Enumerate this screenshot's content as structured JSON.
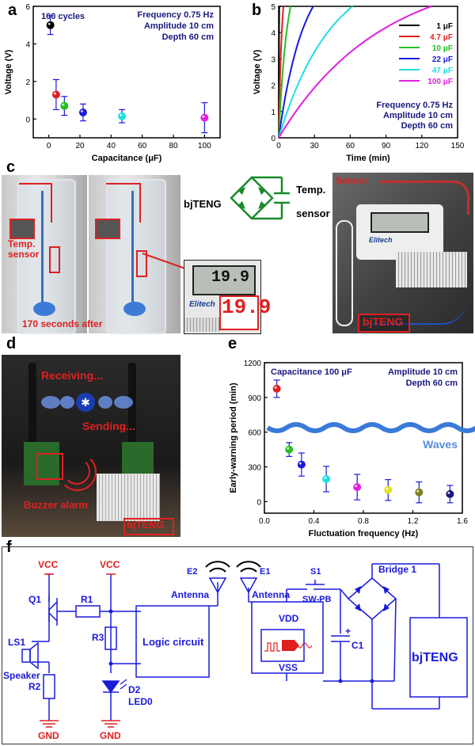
{
  "panel_labels": {
    "a": "a",
    "b": "b",
    "c": "c",
    "d": "d",
    "e": "e",
    "f": "f"
  },
  "chart_data": [
    {
      "panel": "a",
      "type": "scatter",
      "xlabel": "Capacitance (μF)",
      "ylabel": "Voltage (V)",
      "xlim": [
        -10,
        110
      ],
      "ylim": [
        -1,
        6
      ],
      "xticks": [
        "0",
        "20",
        "40",
        "60",
        "80",
        "100"
      ],
      "yticks": [
        "0",
        "2",
        "4",
        "6"
      ],
      "annotation_left": "100 cycles",
      "annotation_right": [
        "Frequency 0.75 Hz",
        "Amplitude 10 cm",
        "Depth 60 cm"
      ],
      "points": [
        {
          "x": 1,
          "y": 5.0,
          "err": 0.5,
          "color": "#000000"
        },
        {
          "x": 4.7,
          "y": 1.3,
          "err": 0.8,
          "color": "#e02020"
        },
        {
          "x": 10,
          "y": 0.7,
          "err": 0.5,
          "color": "#22c022"
        },
        {
          "x": 22,
          "y": 0.35,
          "err": 0.45,
          "color": "#1a1adb"
        },
        {
          "x": 47,
          "y": 0.15,
          "err": 0.35,
          "color": "#22dde0"
        },
        {
          "x": 100,
          "y": 0.07,
          "err": 0.8,
          "color": "#e020e0"
        }
      ]
    },
    {
      "panel": "b",
      "type": "line",
      "xlabel": "Time (min)",
      "ylabel": "Voltage (V)",
      "xlim": [
        0,
        150
      ],
      "ylim": [
        0,
        5
      ],
      "xticks": [
        "0",
        "30",
        "60",
        "90",
        "120",
        "150"
      ],
      "yticks": [
        "0",
        "1",
        "2",
        "3",
        "4",
        "5"
      ],
      "annotation": [
        "Frequency 0.75 Hz",
        "Amplitude 10 cm",
        "Depth 60 cm"
      ],
      "series": [
        {
          "name": "1 μF",
          "color": "#000000",
          "t_end": 0.5,
          "k": 1.6
        },
        {
          "name": "4.7 μF",
          "color": "#e02020",
          "t_end": 4,
          "k": 1.5
        },
        {
          "name": "10 μF",
          "color": "#22c022",
          "t_end": 10,
          "k": 1.4
        },
        {
          "name": "22 μF",
          "color": "#1a1adb",
          "t_end": 29,
          "k": 1.4
        },
        {
          "name": "47 μF",
          "color": "#22dde0",
          "t_end": 62,
          "k": 1.4
        },
        {
          "name": "100 μF",
          "color": "#e020e0",
          "t_end": 128,
          "k": 1.5
        }
      ]
    },
    {
      "panel": "e",
      "type": "scatter",
      "xlabel": "Fluctuation frequency (Hz)",
      "ylabel": "Early-warning period (min)",
      "xlim": [
        0,
        1.6
      ],
      "ylim": [
        -100,
        1200
      ],
      "xticks": [
        "0.0",
        "0.4",
        "0.8",
        "1.2",
        "1.6"
      ],
      "yticks": [
        "0",
        "300",
        "600",
        "900",
        "1200"
      ],
      "annotation_left": "Capacitance 100 μF",
      "annotation_right": [
        "Amplitude 10 cm",
        "Depth 60 cm"
      ],
      "waves_label": "Waves",
      "points": [
        {
          "x": 0.1,
          "y": 975,
          "err": 75,
          "color": "#e02020"
        },
        {
          "x": 0.2,
          "y": 450,
          "err": 60,
          "color": "#22c022"
        },
        {
          "x": 0.3,
          "y": 320,
          "err": 100,
          "color": "#1a1adb"
        },
        {
          "x": 0.5,
          "y": 195,
          "err": 110,
          "color": "#22dde0"
        },
        {
          "x": 0.75,
          "y": 125,
          "err": 110,
          "color": "#e020e0"
        },
        {
          "x": 1.0,
          "y": 100,
          "err": 90,
          "color": "#e0e020"
        },
        {
          "x": 1.25,
          "y": 80,
          "err": 90,
          "color": "#808020"
        },
        {
          "x": 1.5,
          "y": 65,
          "err": 75,
          "color": "#1a1a80"
        }
      ]
    }
  ],
  "panel_c": {
    "temp_sensor": "Temp.\nsensor",
    "after_label": "170 seconds after",
    "bjteng": "bjTENG",
    "temp": "Temp.",
    "sensor": "sensor",
    "sensor_photo_label": "Sensor",
    "bjteng_photo_label": "bjTENG",
    "display_value": "19.9",
    "big_digits": "19.9",
    "elitech": "Elitech"
  },
  "panel_d": {
    "receiving": "Receiving...",
    "sending": "Sending...",
    "buzzer": "Buzzer alarm",
    "bjteng": "bjTENG"
  },
  "panel_f": {
    "vcc1": "VCC",
    "vcc2": "VCC",
    "gnd1": "GND",
    "gnd2": "GND",
    "q1": "Q1",
    "r1": "R1",
    "r2": "R2",
    "r3": "R3",
    "ls1": "LS1",
    "speaker": "Speaker",
    "d2": "D2",
    "led0": "LED0",
    "logic": "Logic circuit",
    "e2": "E2",
    "e1": "E1",
    "antenna1": "Antenna",
    "antenna2": "Antenna",
    "s1": "S1",
    "swpb": "SW-PB",
    "vdd": "VDD",
    "vss": "VSS",
    "c1": "C1",
    "plus": "+",
    "bridge": "Bridge 1",
    "bjteng": "bjTENG"
  }
}
